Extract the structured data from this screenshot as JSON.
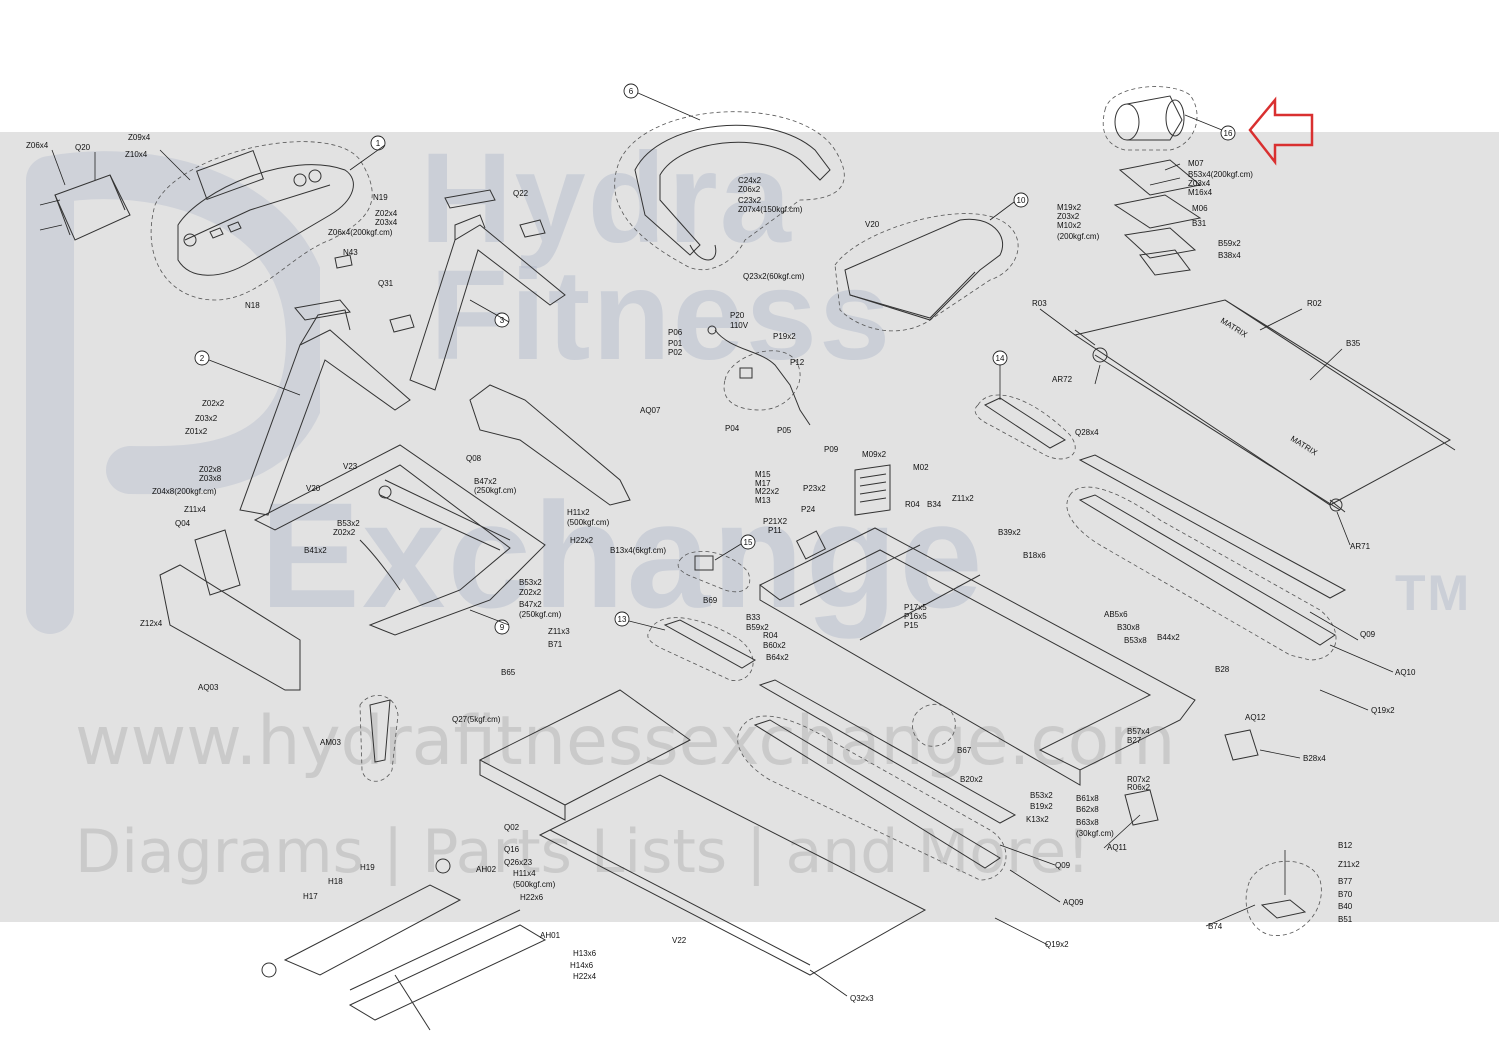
{
  "watermark": {
    "line1": "Hydra",
    "line2": "Fitness",
    "line3": "Exchange",
    "tm": "TM",
    "url": "www.hydrafitnessexchange.com",
    "tagline": "Diagrams | Parts Lists | and More!"
  },
  "highlight": {
    "color": "#d93030",
    "target": "16"
  },
  "callouts": [
    {
      "text": "1",
      "id": "c1"
    },
    {
      "text": "2",
      "id": "c2"
    },
    {
      "text": "3",
      "id": "c3"
    },
    {
      "text": "6",
      "id": "c6"
    },
    {
      "text": "9",
      "id": "c9"
    },
    {
      "text": "10",
      "id": "c10"
    },
    {
      "text": "13",
      "id": "c13"
    },
    {
      "text": "14",
      "id": "c14"
    },
    {
      "text": "15",
      "id": "c15"
    },
    {
      "text": "16",
      "id": "c16"
    }
  ],
  "labels": [
    "Z06x4",
    "Q20",
    "Z09x4",
    "Z10x4",
    "N19",
    "Z02x4",
    "Z03x4",
    "Z06x4(200kgf.cm)",
    "N43",
    "Q22",
    "Q31",
    "N18",
    "Z02x2",
    "Z03x2",
    "Z01x2",
    "Z02x8",
    "Z03x8",
    "Z04x8(200kgf.cm)",
    "Z11x4",
    "Q04",
    "Z12x4",
    "AQ03",
    "V23",
    "V20",
    "Q08",
    "AQ07",
    "B47x2",
    "(250kgf.cm)",
    "B53x2",
    "Z02x2",
    "B41x2",
    "H11x2",
    "(500kgf.cm)",
    "H22x2",
    "B53x2",
    "Z02x2",
    "B47x2",
    "(250kgf.cm)",
    "C24x2",
    "Z06x2",
    "C23x2",
    "Z07x4(150kgf.cm)",
    "V20",
    "Q23x2(60kgf.cm)",
    "P20",
    "110V",
    "P06",
    "P01",
    "P02",
    "P19x2",
    "P12",
    "P04",
    "P05",
    "M07",
    "B53x4(200kgf.cm)",
    "Z03x4",
    "M16x4",
    "M19x2",
    "Z03x2",
    "M10x2",
    "(200kgf.cm)",
    "M06",
    "B31",
    "B59x2",
    "B38x4",
    "R03",
    "R02",
    "B35",
    "AR72",
    "AR71",
    "Q28x4",
    "P09",
    "M09x2",
    "M02",
    "M15",
    "M17",
    "M22x2",
    "M13",
    "P23x2",
    "P24",
    "P21X2",
    "P11",
    "B13x4(6kgf.cm)",
    "B69",
    "R04",
    "B34",
    "Z11x2",
    "B39x2",
    "B18x6",
    "B33",
    "B59x2",
    "R04",
    "B60x2",
    "B64x2",
    "P17x5",
    "P16x5",
    "P15",
    "AB5x6",
    "B30x8",
    "B53x8",
    "B44x2",
    "Q09",
    "AQ10",
    "Q19x2",
    "Z11x3",
    "B71",
    "B65",
    "Q27(5kgf.cm)",
    "AM03",
    "B67",
    "B28",
    "AQ12",
    "B28x4",
    "B57x4",
    "B27",
    "R07x2",
    "R06x2",
    "B20x2",
    "B53x2",
    "B19x2",
    "K13x2",
    "B61x8",
    "B62x8",
    "B63x8",
    "(30kgf.cm)",
    "AQ11",
    "Q09",
    "AQ09",
    "Q19x2",
    "Q02",
    "Q16",
    "Q26x23",
    "H11x4",
    "(500kgf.cm)",
    "H22x6",
    "AH02",
    "H19",
    "H18",
    "H17",
    "AH01",
    "H13x6",
    "H14x6",
    "H22x4",
    "V22",
    "Q32x3",
    "B12",
    "Z11x2",
    "B77",
    "B70",
    "B40",
    "B51",
    "B74"
  ]
}
